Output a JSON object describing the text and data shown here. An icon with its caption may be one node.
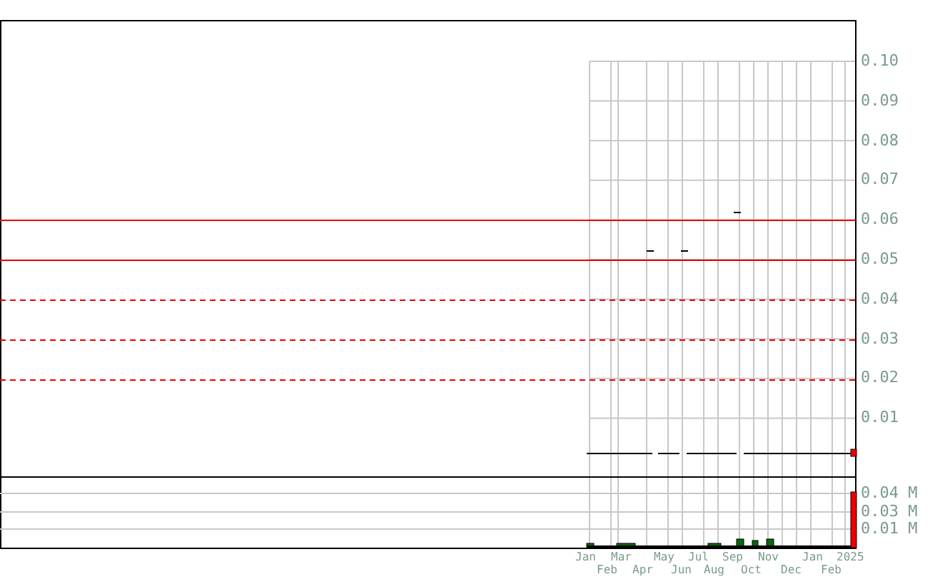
{
  "diagram": {
    "labels": [
      "0.10",
      "0.09",
      "0.08",
      "0.07",
      "0.06",
      "0.05",
      "0.04",
      "0.03",
      "0.02",
      "0.01",
      "0.04 M",
      "0.03 M",
      "0.01 M",
      "Jan",
      "Feb",
      "Mar",
      "Apr",
      "May",
      "Jun",
      "Jul",
      "Aug",
      "Sep",
      "Oct",
      "Nov",
      "Dec",
      "Jan",
      "Feb",
      "2025"
    ]
  }
}
